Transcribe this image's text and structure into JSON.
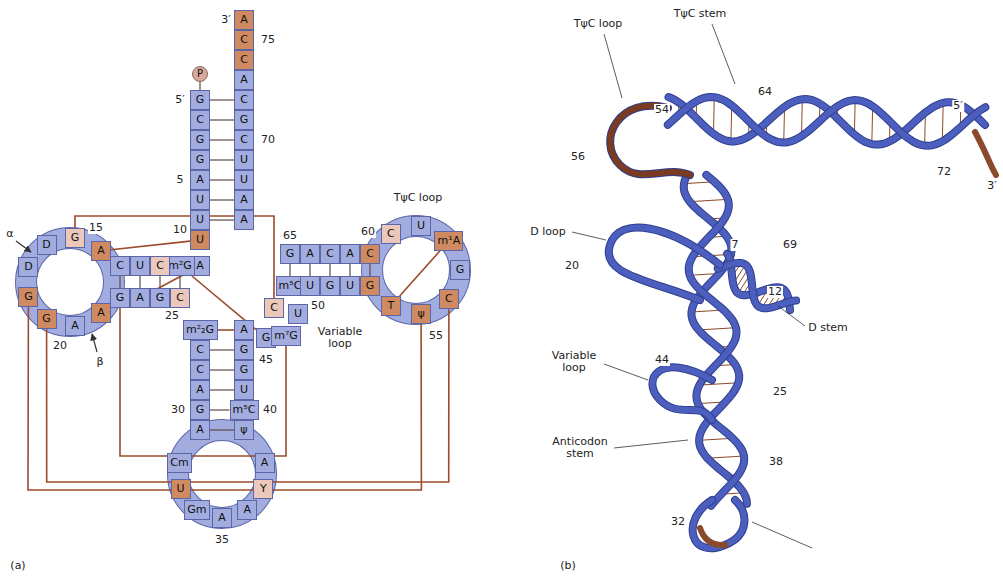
{
  "diagram": {
    "nodes": [
      {
        "text": [
          "G"
        ]
      },
      {
        "text": [
          "C"
        ]
      },
      {
        "text": [
          "G"
        ]
      },
      {
        "text": [
          "G"
        ]
      },
      {
        "text": [
          "A"
        ]
      },
      {
        "text": [
          "U"
        ]
      },
      {
        "text": [
          "U"
        ]
      },
      {
        "text": [
          "U"
        ]
      },
      {
        "text": [
          "A"
        ]
      },
      {
        "text": [
          "m²G"
        ]
      },
      {
        "text": [
          "C"
        ]
      },
      {
        "text": [
          "U"
        ]
      },
      {
        "text": [
          "C"
        ]
      },
      {
        "text": [
          "A"
        ]
      },
      {
        "text": [
          "G"
        ]
      },
      {
        "text": [
          "D"
        ]
      },
      {
        "text": [
          "D"
        ]
      },
      {
        "text": [
          "G"
        ]
      },
      {
        "text": [
          "G"
        ]
      },
      {
        "text": [
          "A"
        ]
      },
      {
        "text": [
          "A"
        ]
      },
      {
        "text": [
          "G"
        ]
      },
      {
        "text": [
          "A"
        ]
      },
      {
        "text": [
          "G"
        ]
      },
      {
        "text": [
          "C"
        ]
      },
      {
        "text": [
          "m²₂G"
        ]
      },
      {
        "text": [
          "C"
        ]
      },
      {
        "text": [
          "C"
        ]
      },
      {
        "text": [
          "A"
        ]
      },
      {
        "text": [
          "G"
        ]
      },
      {
        "text": [
          "A"
        ]
      },
      {
        "text": [
          "Cm"
        ]
      },
      {
        "text": [
          "U"
        ]
      },
      {
        "text": [
          "Gm"
        ]
      },
      {
        "text": [
          "A"
        ]
      },
      {
        "text": [
          "A"
        ]
      },
      {
        "text": [
          "Y"
        ]
      },
      {
        "text": [
          "A"
        ]
      },
      {
        "text": [
          "ψ"
        ]
      },
      {
        "text": [
          "m⁵C"
        ]
      },
      {
        "text": [
          "U"
        ]
      },
      {
        "text": [
          "G"
        ]
      },
      {
        "text": [
          "G"
        ]
      },
      {
        "text": [
          "A"
        ]
      },
      {
        "text": [
          "G"
        ]
      },
      {
        "text": [
          "m⁷G"
        ]
      },
      {
        "text": [
          "U"
        ]
      },
      {
        "text": [
          "C"
        ]
      },
      {
        "text": [
          "m⁵C"
        ]
      },
      {
        "text": [
          "U"
        ]
      },
      {
        "text": [
          "G"
        ]
      },
      {
        "text": [
          "U"
        ]
      },
      {
        "text": [
          "G"
        ]
      },
      {
        "text": [
          "T"
        ]
      },
      {
        "text": [
          "ψ"
        ]
      },
      {
        "text": [
          "C"
        ]
      },
      {
        "text": [
          "G"
        ]
      },
      {
        "text": [
          "m¹A"
        ]
      },
      {
        "text": [
          "U"
        ]
      },
      {
        "text": [
          "C"
        ]
      },
      {
        "text": [
          "C"
        ]
      },
      {
        "text": [
          "A"
        ]
      },
      {
        "text": [
          "C"
        ]
      },
      {
        "text": [
          "A"
        ]
      },
      {
        "text": [
          "G"
        ]
      },
      {
        "text": [
          "A"
        ]
      },
      {
        "text": [
          "A"
        ]
      },
      {
        "text": [
          "U"
        ]
      },
      {
        "text": [
          "U"
        ]
      },
      {
        "text": [
          "C"
        ]
      },
      {
        "text": [
          "G"
        ]
      },
      {
        "text": [
          "C"
        ]
      },
      {
        "text": [
          "A"
        ]
      },
      {
        "text": [
          "C"
        ]
      },
      {
        "text": [
          "C"
        ]
      },
      {
        "text": [
          "A"
        ]
      },
      {
        "text": [
          "P"
        ]
      }
    ],
    "edges": [
      {
        "from": 0,
        "to": 71,
        "arrow": "none"
      },
      {
        "from": 1,
        "to": 70,
        "arrow": "none"
      },
      {
        "from": 2,
        "to": 69,
        "arrow": "none"
      },
      {
        "from": 3,
        "to": 68,
        "arrow": "none"
      },
      {
        "from": 4,
        "to": 67,
        "arrow": "none"
      },
      {
        "from": 5,
        "to": 66,
        "arrow": "none"
      },
      {
        "from": 6,
        "to": 65,
        "arrow": "none"
      },
      {
        "from": 9,
        "to": 24,
        "arrow": "none"
      },
      {
        "from": 10,
        "to": 23,
        "arrow": "none"
      },
      {
        "from": 11,
        "to": 22,
        "arrow": "none"
      },
      {
        "from": 12,
        "to": 21,
        "arrow": "none"
      },
      {
        "from": 26,
        "to": 42,
        "arrow": "none"
      },
      {
        "from": 27,
        "to": 41,
        "arrow": "none"
      },
      {
        "from": 28,
        "to": 40,
        "arrow": "none"
      },
      {
        "from": 29,
        "to": 39,
        "arrow": "none"
      },
      {
        "from": 30,
        "to": 38,
        "arrow": "none"
      },
      {
        "from": 48,
        "to": 64,
        "arrow": "none"
      },
      {
        "from": 49,
        "to": 63,
        "arrow": "none"
      },
      {
        "from": 50,
        "to": 62,
        "arrow": "none"
      },
      {
        "from": 51,
        "to": 61,
        "arrow": "none"
      },
      {
        "from": 52,
        "to": 60,
        "arrow": "none"
      },
      {
        "from": 7,
        "to": 13,
        "arrow": "none"
      },
      {
        "from": 8,
        "to": 22,
        "arrow": "none"
      },
      {
        "from": 9,
        "to": 44,
        "arrow": "none"
      },
      {
        "from": 14,
        "to": 47,
        "arrow": "none"
      },
      {
        "from": 17,
        "to": 54,
        "arrow": "none"
      },
      {
        "from": 18,
        "to": 55,
        "arrow": "none"
      },
      {
        "from": 21,
        "to": 45,
        "arrow": "none"
      },
      {
        "from": 25,
        "to": 43,
        "arrow": "none"
      },
      {
        "from": 53,
        "to": 57,
        "arrow": "none"
      },
      {
        "from": 76,
        "to": 0,
        "arrow": "none"
      }
    ],
    "labels": [
      "3′",
      "5′",
      "75",
      "70",
      "5",
      "10",
      "15",
      "20",
      "25",
      "30",
      "35",
      "40",
      "45",
      "50",
      "55",
      "60",
      "65",
      "α",
      "β",
      "TψC loop",
      "Variable loop",
      "(a)",
      "TψC stem",
      "TψC loop",
      "54",
      "56",
      "64",
      "5′",
      "3′",
      "72",
      "D loop",
      "20",
      "7",
      "69",
      "12",
      "D stem",
      "Variable loop",
      "44",
      "25",
      "Anticodon stem",
      "38",
      "32",
      "(b)"
    ]
  }
}
